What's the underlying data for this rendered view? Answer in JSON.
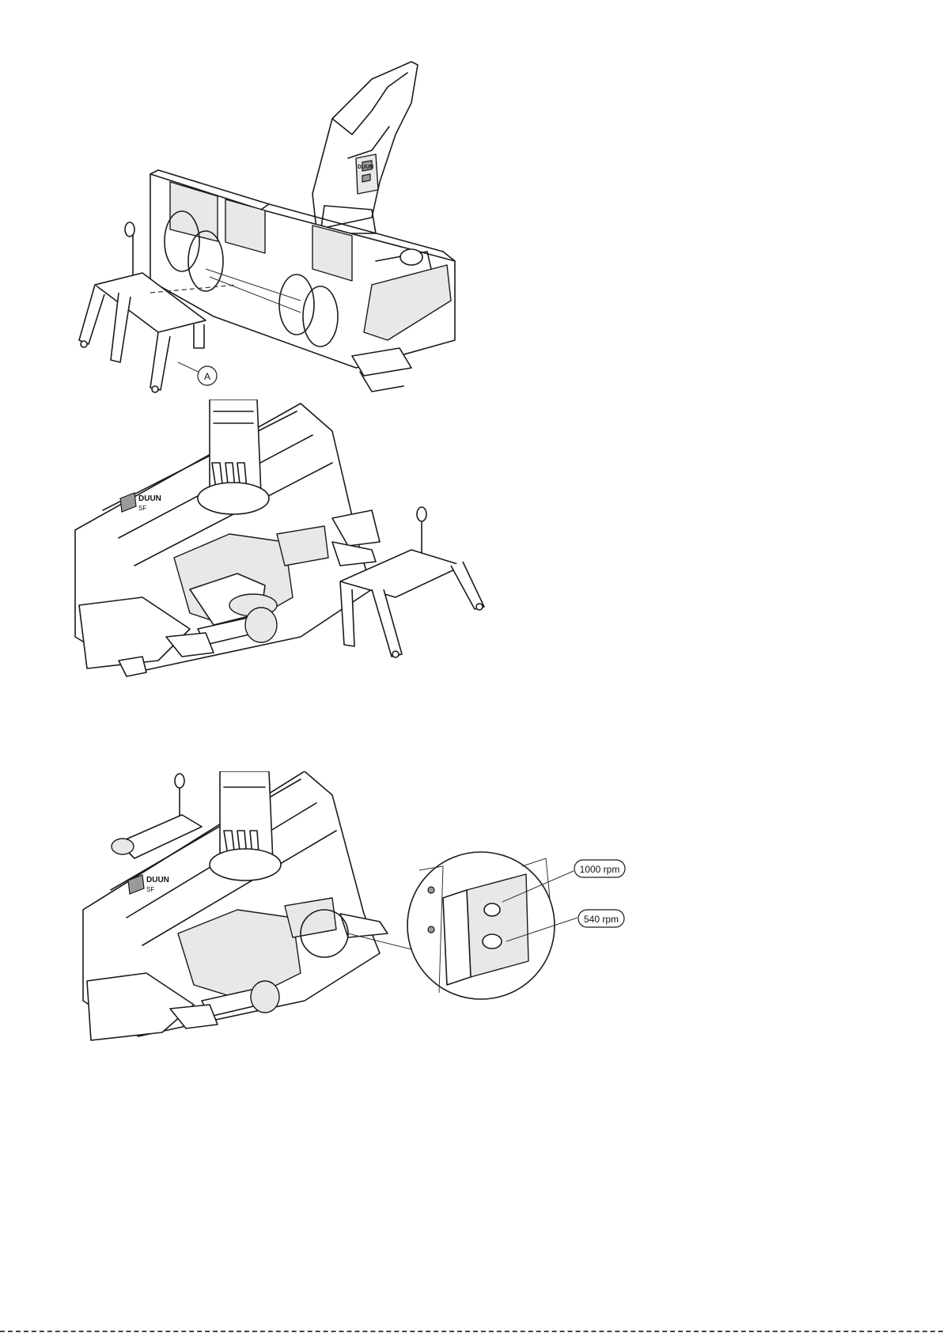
{
  "figure1": {
    "callout_label": "A",
    "logo_text": "DUUN"
  },
  "figure2": {
    "logo_text": "DUUN",
    "model_text": "SF"
  },
  "figure3": {
    "logo_text": "DUUN",
    "model_text": "SF",
    "label_1000": "1000 rpm",
    "label_540": "540 rpm"
  }
}
